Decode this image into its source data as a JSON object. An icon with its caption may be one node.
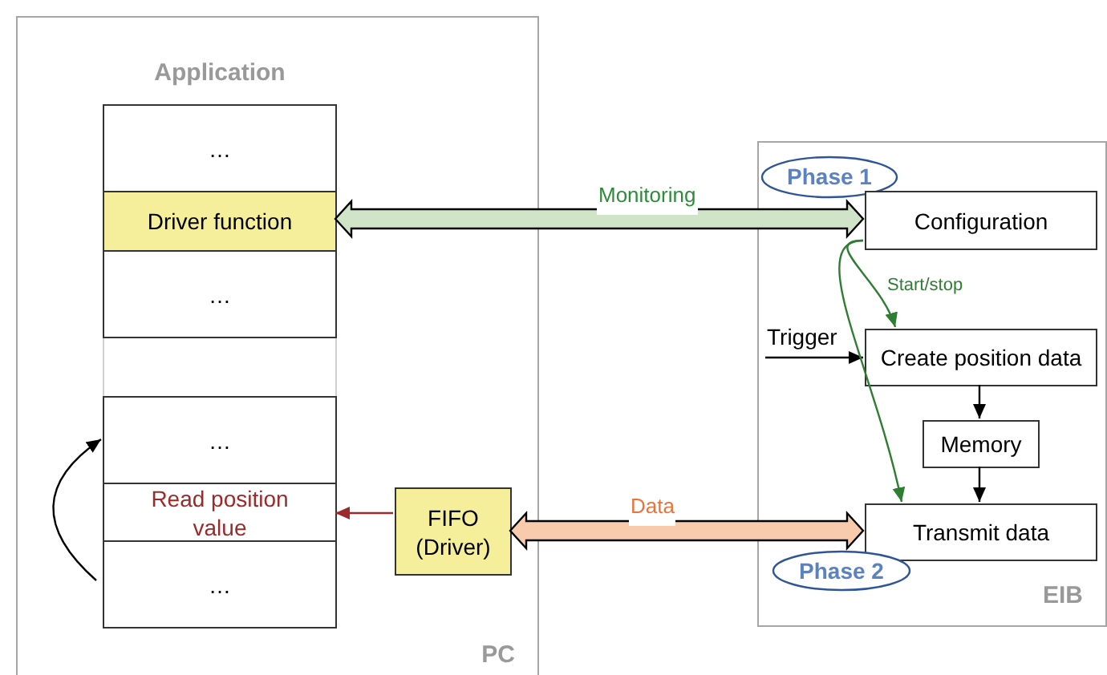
{
  "diagram": {
    "nodes": [
      {
        "text": [
          "PC"
        ]
      },
      {
        "text": [
          "Application"
        ],
        "in": 0
      },
      {
        "text": [
          "…"
        ],
        "in": 1
      },
      {
        "text": [
          "Driver function"
        ],
        "in": 1
      },
      {
        "text": [
          "…"
        ],
        "in": 1
      },
      {
        "text": [
          "…"
        ],
        "in": 1
      },
      {
        "text": [
          "Read position value"
        ],
        "in": 1
      },
      {
        "text": [
          "…"
        ],
        "in": 1
      },
      {
        "text": [
          "FIFO (Driver)"
        ],
        "in": 0
      },
      {
        "text": [
          "EIB"
        ]
      },
      {
        "text": [
          "Phase 1"
        ],
        "in": 9
      },
      {
        "text": [
          "Configuration"
        ],
        "in": 9
      },
      {
        "text": [
          "Trigger"
        ],
        "in": 9
      },
      {
        "text": [
          "Create position data"
        ],
        "in": 9
      },
      {
        "text": [
          "Memory"
        ],
        "in": 9
      },
      {
        "text": [
          "Transmit data"
        ],
        "in": 9
      },
      {
        "text": [
          "Phase 2"
        ],
        "in": 9
      },
      {
        "text": [],
        "shape": "box",
        "in": 1
      }
    ],
    "edges": [
      {
        "from": 3,
        "to": 11,
        "arrow": "both",
        "label": "Monitoring",
        "style": "thick",
        "color": "#d0e4c8"
      },
      {
        "from": 8,
        "to": 15,
        "arrow": "both",
        "label": "Data",
        "style": "thick",
        "color": "#f8cbad"
      },
      {
        "from": 8,
        "to": 6,
        "arrow": "to",
        "color": "#9b2a2a"
      },
      {
        "from": 7,
        "to": 5,
        "arrow": "to"
      },
      {
        "from": 12,
        "to": 13,
        "arrow": "to"
      },
      {
        "from": 13,
        "to": 14,
        "arrow": "to"
      },
      {
        "from": 14,
        "to": 15,
        "arrow": "to"
      },
      {
        "from": 11,
        "to": 13,
        "arrow": "to",
        "label": "Start/stop",
        "color": "#2e7d32"
      },
      {
        "from": 11,
        "to": 15,
        "arrow": "to",
        "color": "#2e7d32"
      }
    ]
  }
}
